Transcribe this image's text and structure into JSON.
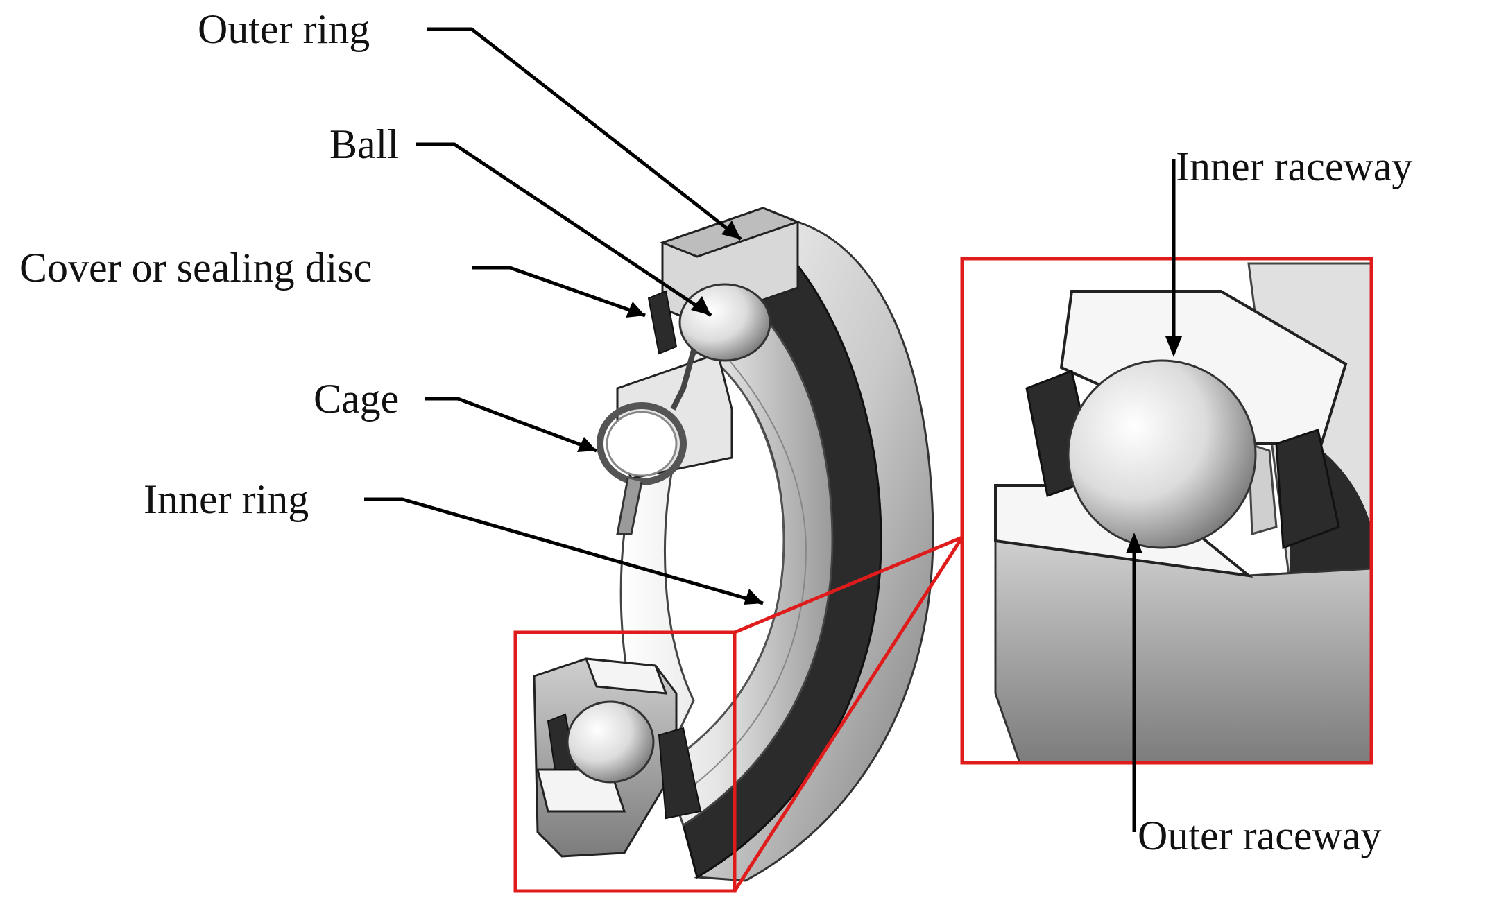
{
  "labels": {
    "outer_ring": "Outer ring",
    "ball": "Ball",
    "cover": "Cover or sealing disc",
    "cage": "Cage",
    "inner_ring": "Inner ring",
    "inner_raceway": "Inner raceway",
    "outer_raceway": "Outer raceway"
  },
  "colors": {
    "highlight_box": "#e01b1b",
    "seal": "#2a2a2a",
    "metal_light": "#f2f2f2",
    "metal_dark": "#8a8a8a"
  }
}
